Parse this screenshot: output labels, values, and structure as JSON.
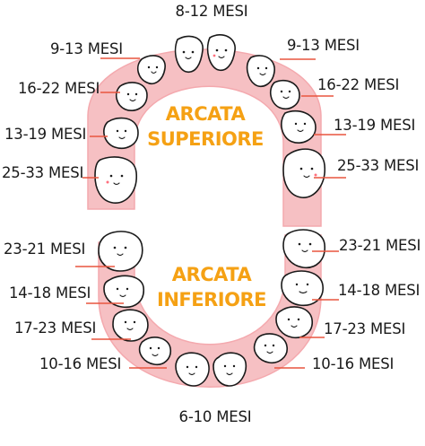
{
  "colors": {
    "gum": "#f6c0c3",
    "gum_outline": "#f4a9ae",
    "title": "#f5a114",
    "leader": "#e8553f",
    "text": "#1a1a1a"
  },
  "upper": {
    "title_line1": "ARCATA",
    "title_line2": "SUPERIORE",
    "labels": {
      "central": "8-12 MESI",
      "left_1": "9-13 MESI",
      "left_2": "16-22 MESI",
      "left_3": "13-19 MESI",
      "left_4": "25-33 MESI",
      "right_1": "9-13 MESI",
      "right_2": "16-22 MESI",
      "right_3": "13-19 MESI",
      "right_4": "25-33 MESI"
    }
  },
  "lower": {
    "title_line1": "ARCATA",
    "title_line2": "INFERIORE",
    "labels": {
      "left_1": "23-21 MESI",
      "left_2": "14-18 MESI",
      "left_3": "17-23 MESI",
      "left_4": "10-16 MESI",
      "right_1": "23-21 MESI",
      "right_2": "14-18 MESI",
      "right_3": "17-23 MESI",
      "right_4": "10-16 MESI",
      "central": "6-10 MESI"
    }
  }
}
